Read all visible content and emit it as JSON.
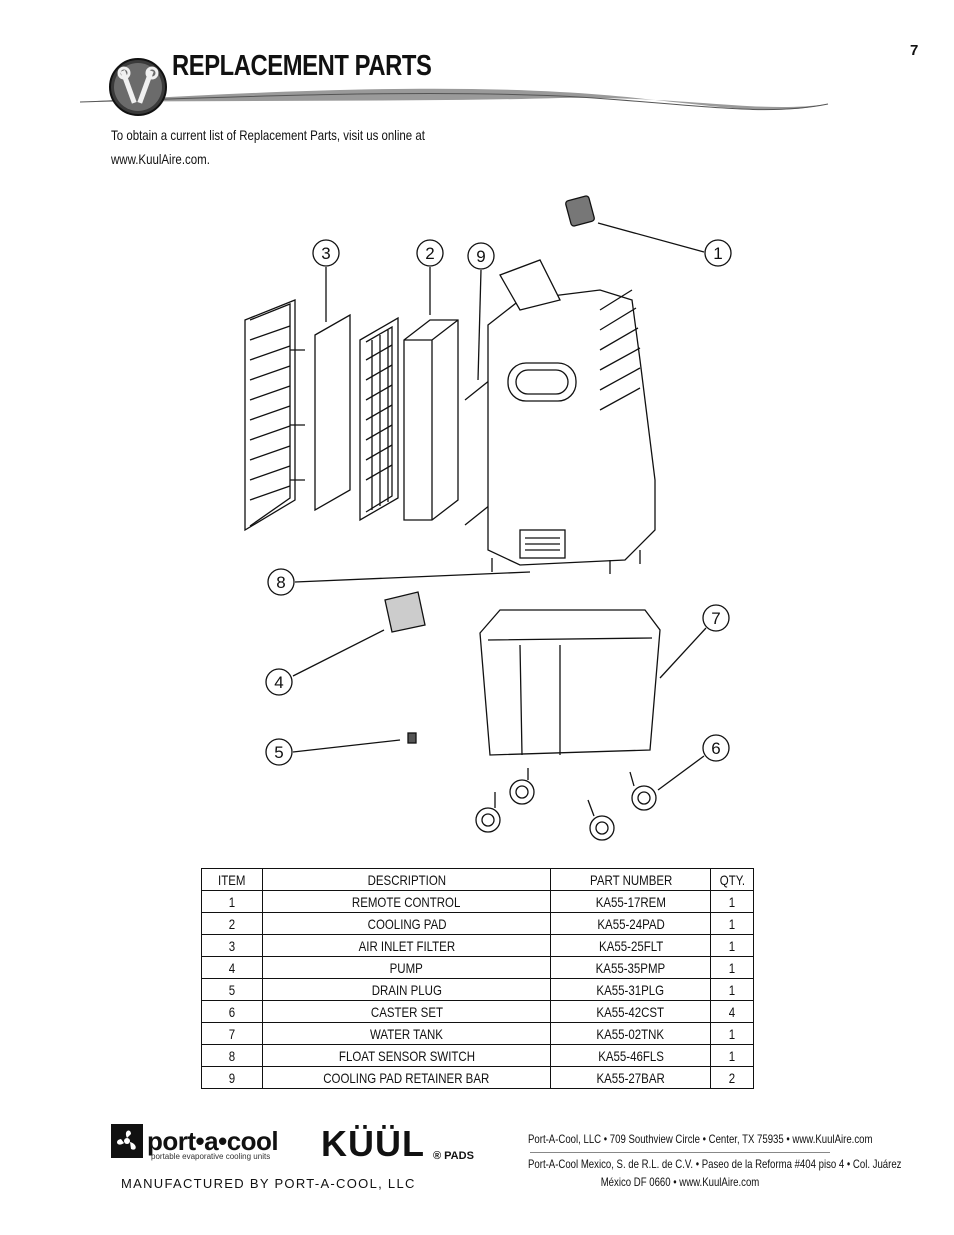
{
  "page_number": "7",
  "title": "REPLACEMENT PARTS",
  "intro": "To obtain a current list of Replacement Parts, visit us online at www.KuulAire.com.",
  "callouts": [
    "1",
    "2",
    "3",
    "4",
    "5",
    "6",
    "7",
    "8",
    "9"
  ],
  "table": {
    "headers": [
      "ITEM",
      "DESCRIPTION",
      "PART NUMBER",
      "QTY."
    ],
    "rows": [
      [
        "1",
        "REMOTE CONTROL",
        "KA55-17REM",
        "1"
      ],
      [
        "2",
        "COOLING PAD",
        "KA55-24PAD",
        "1"
      ],
      [
        "3",
        "AIR INLET FILTER",
        "KA55-25FLT",
        "1"
      ],
      [
        "4",
        "PUMP",
        "KA55-35PMP",
        "1"
      ],
      [
        "5",
        "DRAIN PLUG",
        "KA55-31PLG",
        "1"
      ],
      [
        "6",
        "CASTER SET",
        "KA55-42CST",
        "4"
      ],
      [
        "7",
        "WATER TANK",
        "KA55-02TNK",
        "1"
      ],
      [
        "8",
        "FLOAT SENSOR SWITCH",
        "KA55-46FLS",
        "1"
      ],
      [
        "9",
        "COOLING PAD RETAINER BAR",
        "KA55-27BAR",
        "2"
      ]
    ]
  },
  "footer": {
    "portacool_name": "port•a•cool",
    "portacool_tagline": "portable evaporative cooling units",
    "kuul_name": "KÜÜL",
    "kuul_suffix": "® PADS",
    "manufactured": "MANUFACTURED BY PORT-A-COOL, LLC",
    "address_us": "Port-A-Cool, LLC • 709 Southview Circle • Center, TX  75935 • www.KuulAire.com",
    "address_mx_1": "Port-A-Cool Mexico, S. de R.L. de C.V. • Paseo de la Reforma #404 piso 4 • Col. Juárez",
    "address_mx_2": "México DF 0660 • www.KuulAire.com"
  },
  "icons": {
    "header": "tools-icon",
    "brand": "fan-icon"
  }
}
